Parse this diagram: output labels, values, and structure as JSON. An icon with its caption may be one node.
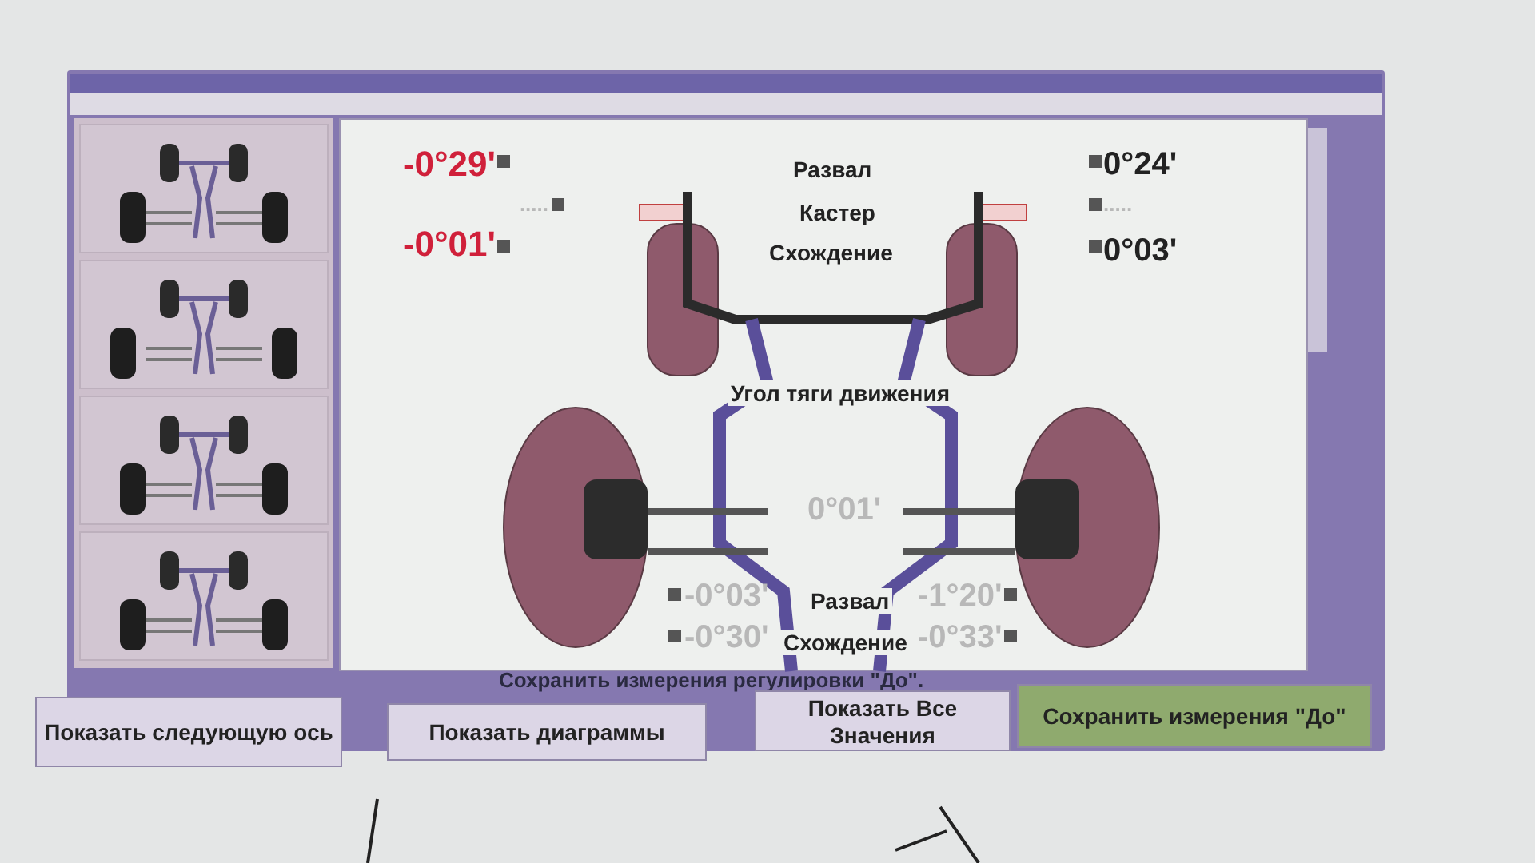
{
  "diagram": {
    "labels": [
      "-0°29'",
      "Развал",
      "0°24'",
      ".....",
      "Кастер",
      ".....",
      "-0°01'",
      "Схождение",
      "0°03'",
      "Угол тяги движения",
      "0°01'",
      "-0°03'",
      "Развал",
      "-1°20'",
      "-0°30'",
      "Схождение",
      "-0°33'",
      "Сохранить измерения регулировки \"До\".",
      "Показать следующую ось",
      "Показать диаграммы",
      "Показать Все Значения",
      "Сохранить измерения \"До\""
    ]
  }
}
